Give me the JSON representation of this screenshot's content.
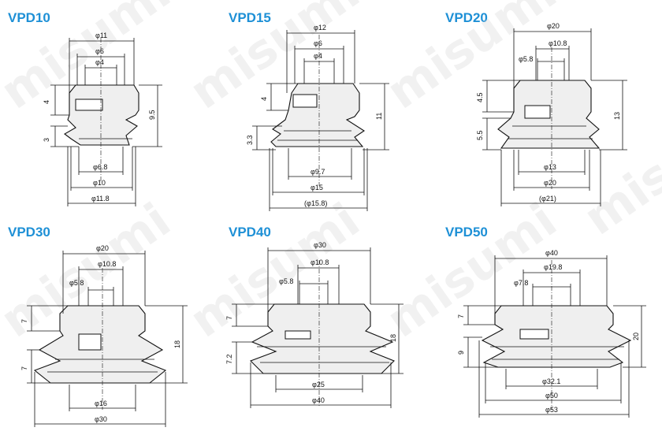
{
  "watermark": "misumi",
  "parts": [
    {
      "title": "VPD10",
      "dims": {
        "d1": "φ11",
        "d2": "φ6",
        "d3": "φ4",
        "d4": "φ6.8",
        "d5": "φ10",
        "d6": "φ11.8",
        "h1": "4",
        "h2": "3",
        "h3": "9.5"
      }
    },
    {
      "title": "VPD15",
      "dims": {
        "d1": "φ12",
        "d2": "φ6",
        "d3": "φ4",
        "d4": "φ9.7",
        "d5": "φ15",
        "d6": "(φ15.8)",
        "h1": "4",
        "h2": "3.3",
        "h3": "11"
      }
    },
    {
      "title": "VPD20",
      "dims": {
        "d1": "φ20",
        "d2": "φ10.8",
        "d3": "φ5.8",
        "d4": "φ13",
        "d5": "φ20",
        "d6": "(φ21)",
        "h1": "4.5",
        "h2": "5.5",
        "h3": "13"
      }
    },
    {
      "title": "VPD30",
      "dims": {
        "d1": "φ20",
        "d2": "φ10.8",
        "d3": "φ5.8",
        "d4": "φ16",
        "d5": "φ30",
        "h1": "7",
        "h2": "7",
        "h3": "18"
      }
    },
    {
      "title": "VPD40",
      "dims": {
        "d1": "φ30",
        "d2": "φ10.8",
        "d3": "φ5.8",
        "d4": "φ25",
        "d5": "φ40",
        "h1": "7",
        "h2": "7.2",
        "h3": "18"
      }
    },
    {
      "title": "VPD50",
      "dims": {
        "d1": "φ40",
        "d2": "φ19.8",
        "d3": "φ7.8",
        "d4": "φ32.1",
        "d5": "φ50",
        "d6": "φ53",
        "h1": "7",
        "h2": "9",
        "h3": "20"
      }
    }
  ]
}
